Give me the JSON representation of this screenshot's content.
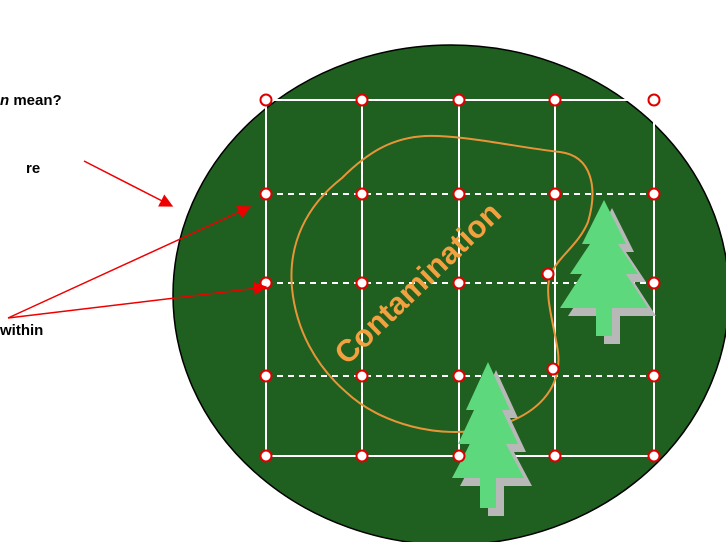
{
  "text_fragments": {
    "line1_italic": "n",
    "line1_rest": " mean?",
    "line2": "re",
    "line3": "within"
  },
  "diagram": {
    "region_label": "Contamination",
    "colors": {
      "circle_fill": "#1f5f1f",
      "circle_stroke": "#000000",
      "grid": "#ffffff",
      "node_fill": "#ffffff",
      "node_stroke": "#dd0000",
      "contour": "#e8953a",
      "label": "#f2a040",
      "arrow": "#ee0000",
      "tree_light": "#5ed87c",
      "tree_shadow": "#b8b8b8"
    },
    "icons": [
      "tree-icon",
      "tree-icon"
    ]
  }
}
